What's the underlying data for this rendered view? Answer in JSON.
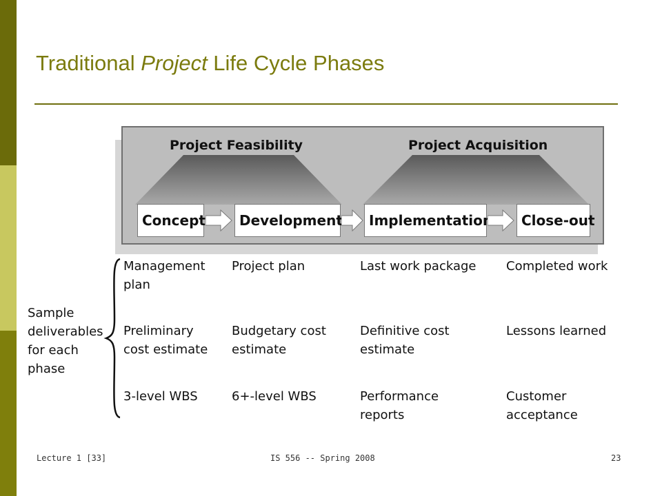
{
  "slide": {
    "title_pre": "Traditional ",
    "title_em": "Project",
    "title_post": " Life Cycle Phases"
  },
  "colors": {
    "accent": "#7b7b0e",
    "bar_dark": "#6b6b0a",
    "bar_light": "#c8c85f",
    "frame_gray": "#bdbdbd"
  },
  "diagram": {
    "groups": [
      "Project Feasibility",
      "Project Acquisition"
    ],
    "phases": [
      "Concept",
      "Development",
      "Implementation",
      "Close-out"
    ]
  },
  "deliverables": {
    "label": "Sample\ndeliverables\nfor each\nphase",
    "rows": [
      [
        "Management\nplan",
        "Project plan",
        "Last work package",
        "Completed work"
      ],
      [
        "Preliminary\ncost estimate",
        "Budgetary cost\nestimate",
        "Definitive cost\nestimate",
        "Lessons learned"
      ],
      [
        "3-level WBS",
        "6+-level WBS",
        "Performance\nreports",
        "Customer\nacceptance"
      ]
    ]
  },
  "footer": {
    "left": "Lecture 1 [33]",
    "center": "IS 556 -- Spring 2008",
    "page": "23"
  }
}
